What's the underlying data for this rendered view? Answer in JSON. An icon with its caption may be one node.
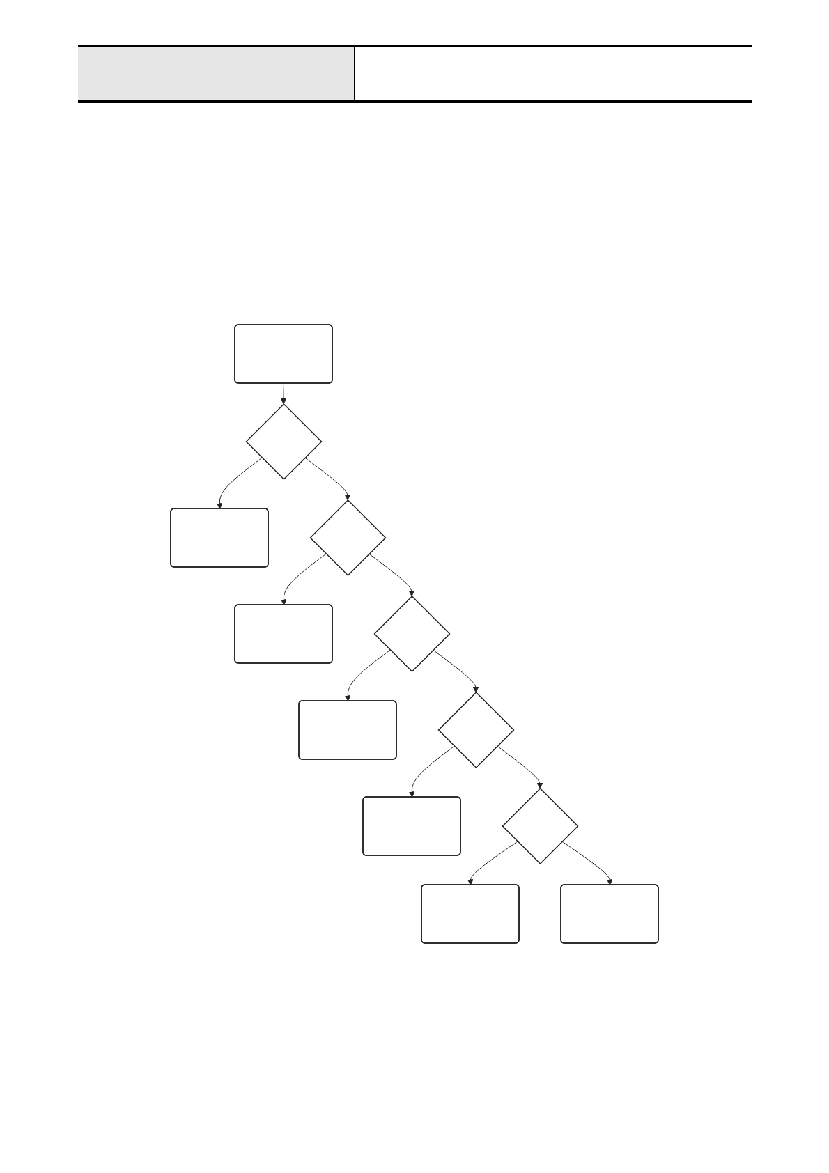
{
  "diagram": {
    "nodes": [
      {
        "text": [],
        "shape": "box"
      },
      {
        "text": [],
        "shape": "diamond"
      },
      {
        "text": [],
        "shape": "box"
      },
      {
        "text": [],
        "shape": "diamond"
      },
      {
        "text": [],
        "shape": "box"
      },
      {
        "text": [],
        "shape": "diamond"
      },
      {
        "text": [],
        "shape": "box"
      },
      {
        "text": [],
        "shape": "diamond"
      },
      {
        "text": [],
        "shape": "box"
      },
      {
        "text": [],
        "shape": "diamond"
      },
      {
        "text": [],
        "shape": "box"
      },
      {
        "text": [],
        "shape": "box"
      }
    ],
    "edges": [
      {
        "from": 0,
        "to": 1,
        "arrow": "to"
      },
      {
        "from": 1,
        "to": 2,
        "arrow": "to"
      },
      {
        "from": 1,
        "to": 3,
        "arrow": "to"
      },
      {
        "from": 3,
        "to": 4,
        "arrow": "to"
      },
      {
        "from": 3,
        "to": 5,
        "arrow": "to"
      },
      {
        "from": 5,
        "to": 6,
        "arrow": "to"
      },
      {
        "from": 5,
        "to": 7,
        "arrow": "to"
      },
      {
        "from": 7,
        "to": 8,
        "arrow": "to"
      },
      {
        "from": 7,
        "to": 9,
        "arrow": "to"
      },
      {
        "from": 9,
        "to": 10,
        "arrow": "to"
      },
      {
        "from": 9,
        "to": 11,
        "arrow": "to"
      }
    ]
  }
}
